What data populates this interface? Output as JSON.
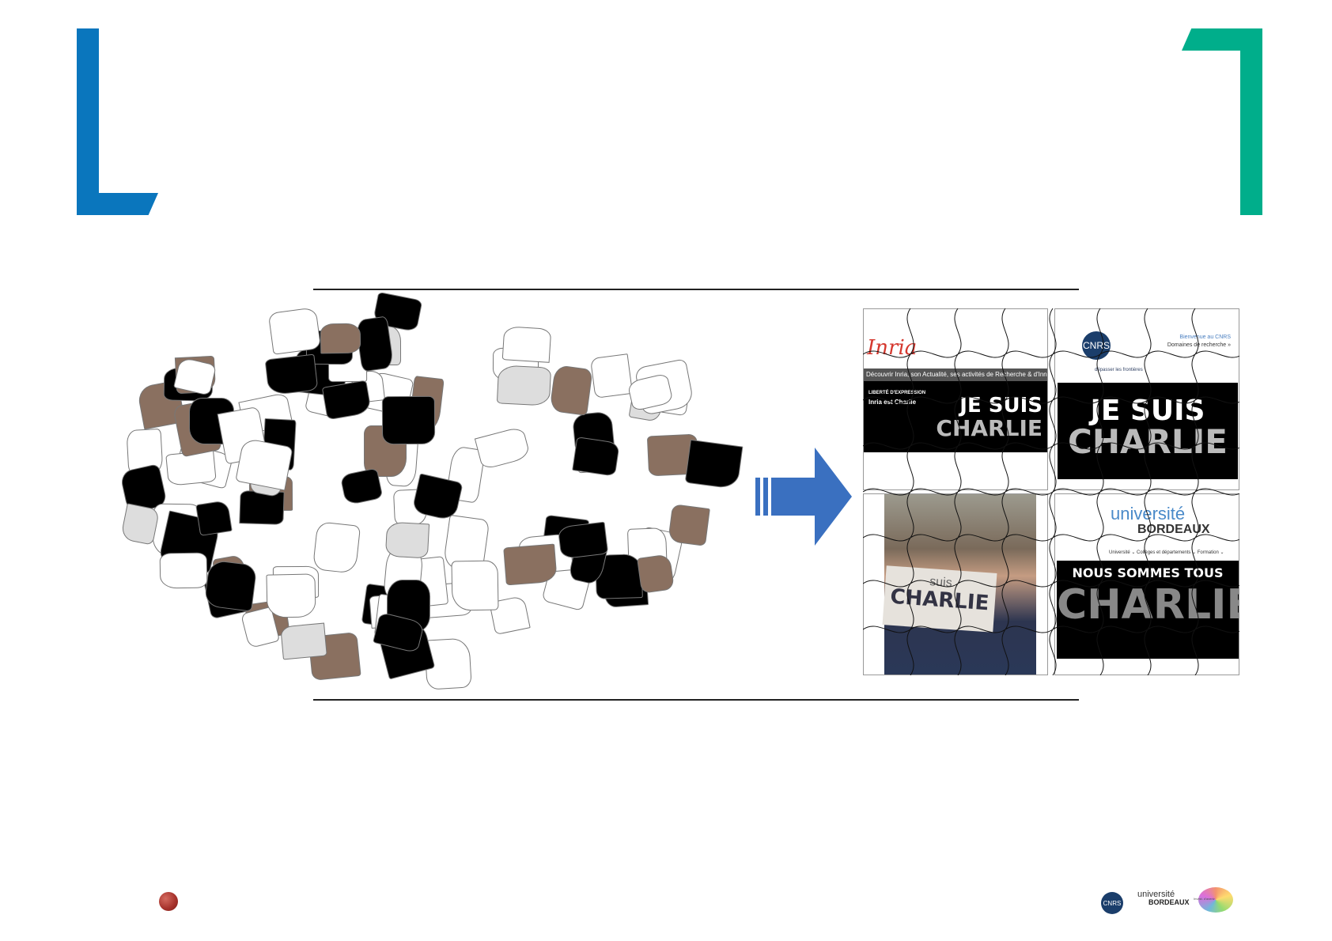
{
  "slide": {
    "accent_blue": "#0a76bd",
    "accent_green": "#00ae8b",
    "bullet_color": "#a4302a"
  },
  "tiles": [
    {
      "logo": "Inria",
      "tagline": "Découvrir Inria, son Actualité, ses activités de Recherche & d'Innova",
      "kicker": "LIBERTÉ D'EXPRESSION",
      "sub": "Inria est Charlie",
      "line1": "JE SUIS",
      "line2": "CHARLIE"
    },
    {
      "logo": "CNRS",
      "welcome": "Bienvenue au CNRS",
      "nav": "Domaines de recherche »",
      "motto": "dépasser les frontières",
      "line1": "JE SUIS",
      "line2": "CHARLIE"
    },
    {
      "sign1": "suis",
      "sign2": "CHARLIE"
    },
    {
      "logo1": "université",
      "logo2": "BORDEAUX",
      "nav": "Université ⌄   Collèges et départements ⌄   Formation ⌄",
      "line1": "NOUS SOMMES TOUS",
      "line2": "CHARLIE"
    }
  ],
  "footer_logos": {
    "cnrs": "CNRS",
    "ub1": "université",
    "ub2": "BORDEAUX",
    "third": "Invest. d'avenir"
  }
}
